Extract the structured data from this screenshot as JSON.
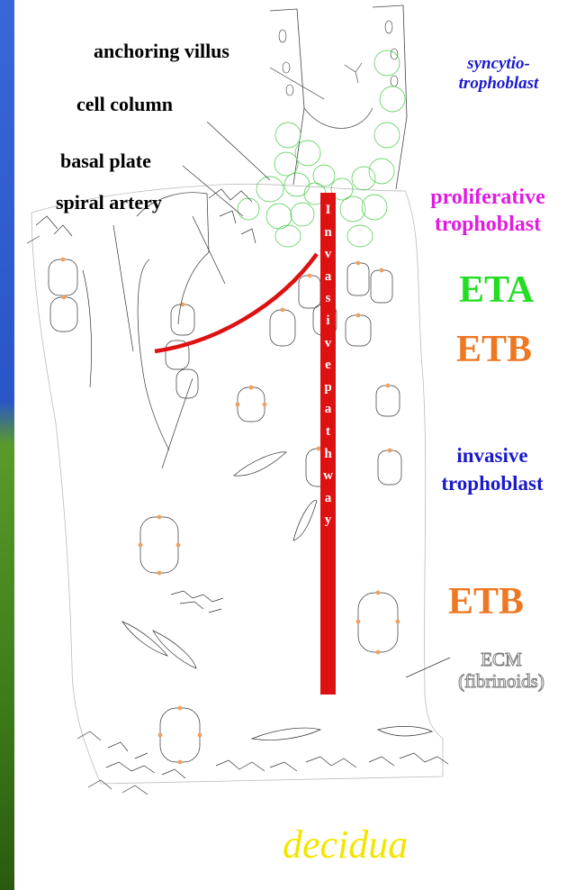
{
  "labels": {
    "anchoring_villus": "anchoring villus",
    "cell_column": "cell column",
    "basal_plate": "basal plate",
    "spiral_artery": "spiral artery",
    "syncytio_line1": "syncytio-",
    "syncytio_line2": "trophoblast",
    "proliferative_line1": "proliferative",
    "proliferative_line2": "trophoblast",
    "eta": "ETA",
    "etb_upper": "ETB",
    "invasive_line1": "invasive",
    "invasive_line2": "trophoblast",
    "etb_lower": "ETB",
    "ecm_line1": "ECM",
    "ecm_line2": "(fibrinoids)",
    "decidua": "decidua"
  },
  "invasive_pathway_letters": [
    "I",
    "n",
    "v",
    "a",
    "s",
    "i",
    "v",
    "e",
    "p",
    "a",
    "t",
    "h",
    "w",
    "a",
    "y"
  ],
  "colors": {
    "background_blue": "#2a55c8",
    "background_green": "#4f8a1c",
    "pathway_red": "#dd1111",
    "eta_green": "#22dd22",
    "etb_orange": "#ee7722",
    "prolif_magenta": "#e01ce0",
    "syncytio_blue": "#1a1acc",
    "decidua_yellow": "#f2e600",
    "nucleus_orange": "#f0a060",
    "column_cell_green": "#44cc44"
  }
}
